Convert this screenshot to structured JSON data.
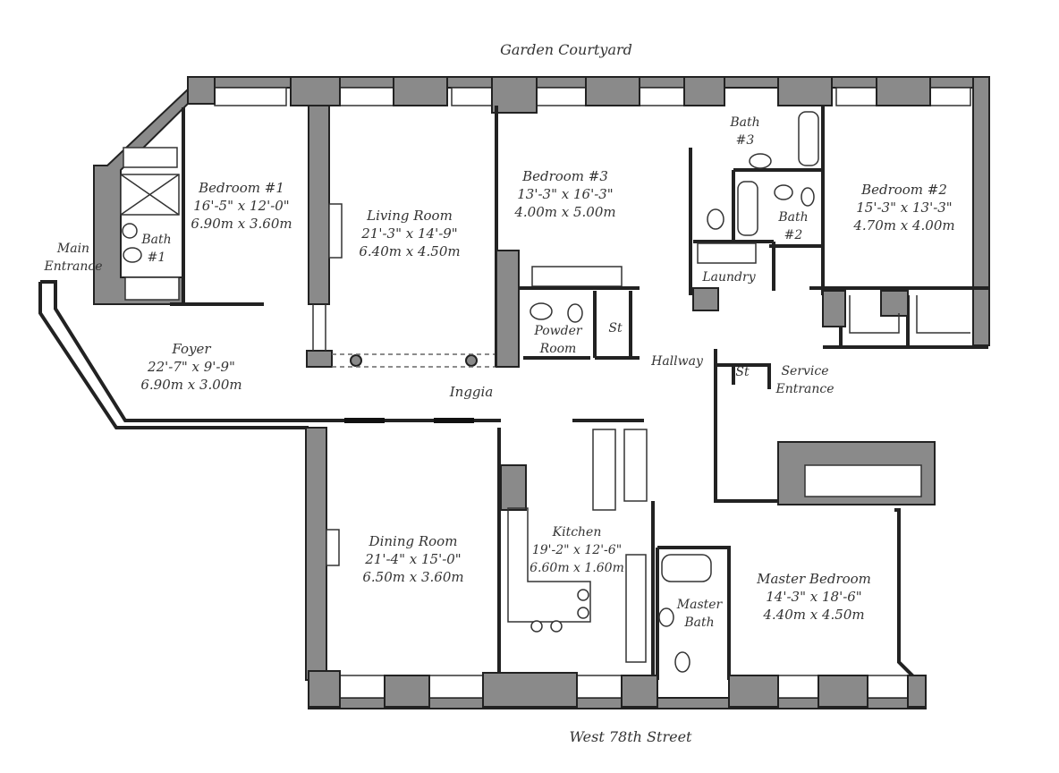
{
  "title_top": "Garden Courtyard",
  "title_bottom": "West 78th Street",
  "rooms": {
    "bedroom1": {
      "name": "Bedroom #1",
      "imperial": "16'-5\" x 12'-0\"",
      "metric": "6.90m x 3.60m"
    },
    "living": {
      "name": "Living Room",
      "imperial": "21'-3\" x 14'-9\"",
      "metric": "6.40m x 4.50m"
    },
    "bedroom3": {
      "name": "Bedroom #3",
      "imperial": "13'-3\" x 16'-3\"",
      "metric": "4.00m x 5.00m"
    },
    "bedroom2": {
      "name": "Bedroom #2",
      "imperial": "15'-3\" x 13'-3\"",
      "metric": "4.70m x 4.00m"
    },
    "foyer": {
      "name": "Foyer",
      "imperial": "22'-7\" x 9'-9\"",
      "metric": "6.90m x 3.00m"
    },
    "dining": {
      "name": "Dining Room",
      "imperial": "21'-4\" x 15'-0\"",
      "metric": "6.50m x 3.60m"
    },
    "kitchen": {
      "name": "Kitchen",
      "imperial": "19'-2\" x 12'-6\"",
      "metric": "6.60m x 1.60m"
    },
    "master": {
      "name": "Master Bedroom",
      "imperial": "14'-3\" x 18'-6\"",
      "metric": "4.40m x 4.50m"
    }
  },
  "small_labels": {
    "bath1": [
      "Bath",
      "#1"
    ],
    "bath2": [
      "Bath",
      "#2"
    ],
    "bath3": [
      "Bath",
      "#3"
    ],
    "main_entrance": [
      "Main",
      "Entrance"
    ],
    "powder": [
      "Powder",
      "Room"
    ],
    "service": [
      "Service",
      "Entrance"
    ],
    "master_bath": [
      "Master",
      "Bath"
    ],
    "laundry": "Laundry",
    "storage1": "St",
    "storage2": "St",
    "hallway": "Hallway",
    "loggia": "Inggia"
  }
}
